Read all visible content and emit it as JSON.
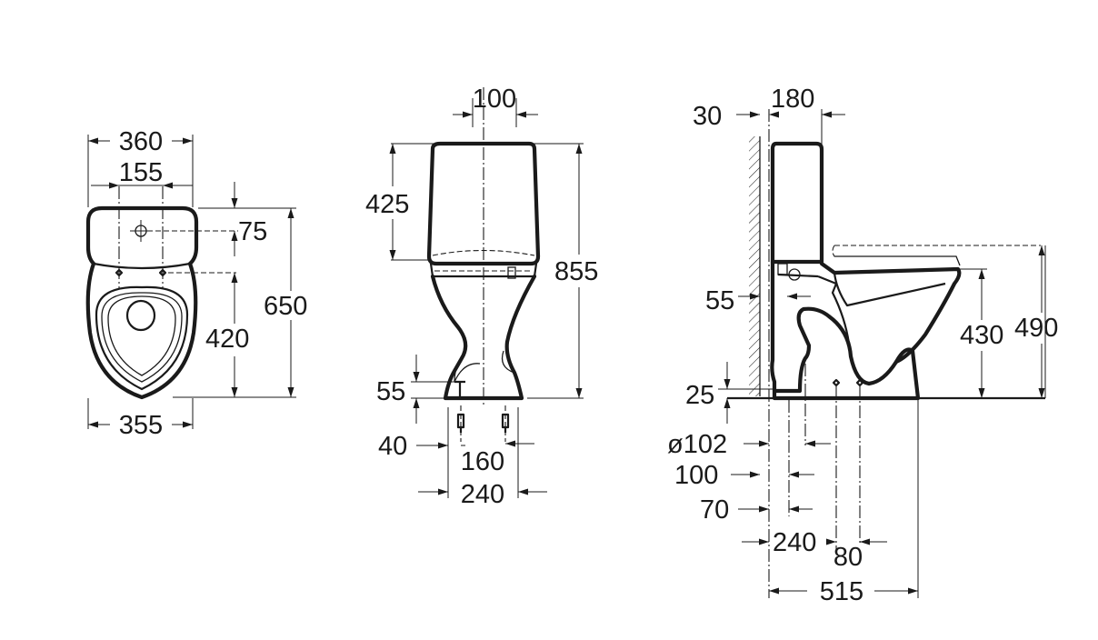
{
  "top_view": {
    "width_top": "360",
    "holes_spacing": "155",
    "hole_offset": "75",
    "depth": "650",
    "fix_distance": "420",
    "width_bottom": "355"
  },
  "front_view": {
    "cistern_width": "100",
    "cistern_height": "425",
    "total_height": "855",
    "inlet_height": "55",
    "fix_offset": "40",
    "fix_spacing": "160",
    "base_width": "240"
  },
  "side_view": {
    "wall_gap": "30",
    "cistern_depth": "180",
    "inlet": "55",
    "outlet_height": "25",
    "outlet_diameter": "ø102",
    "offset_100": "100",
    "offset_70": "70",
    "distance_240": "240",
    "distance_80": "80",
    "total_length": "515",
    "seat_height": "430",
    "lid_height": "490"
  }
}
